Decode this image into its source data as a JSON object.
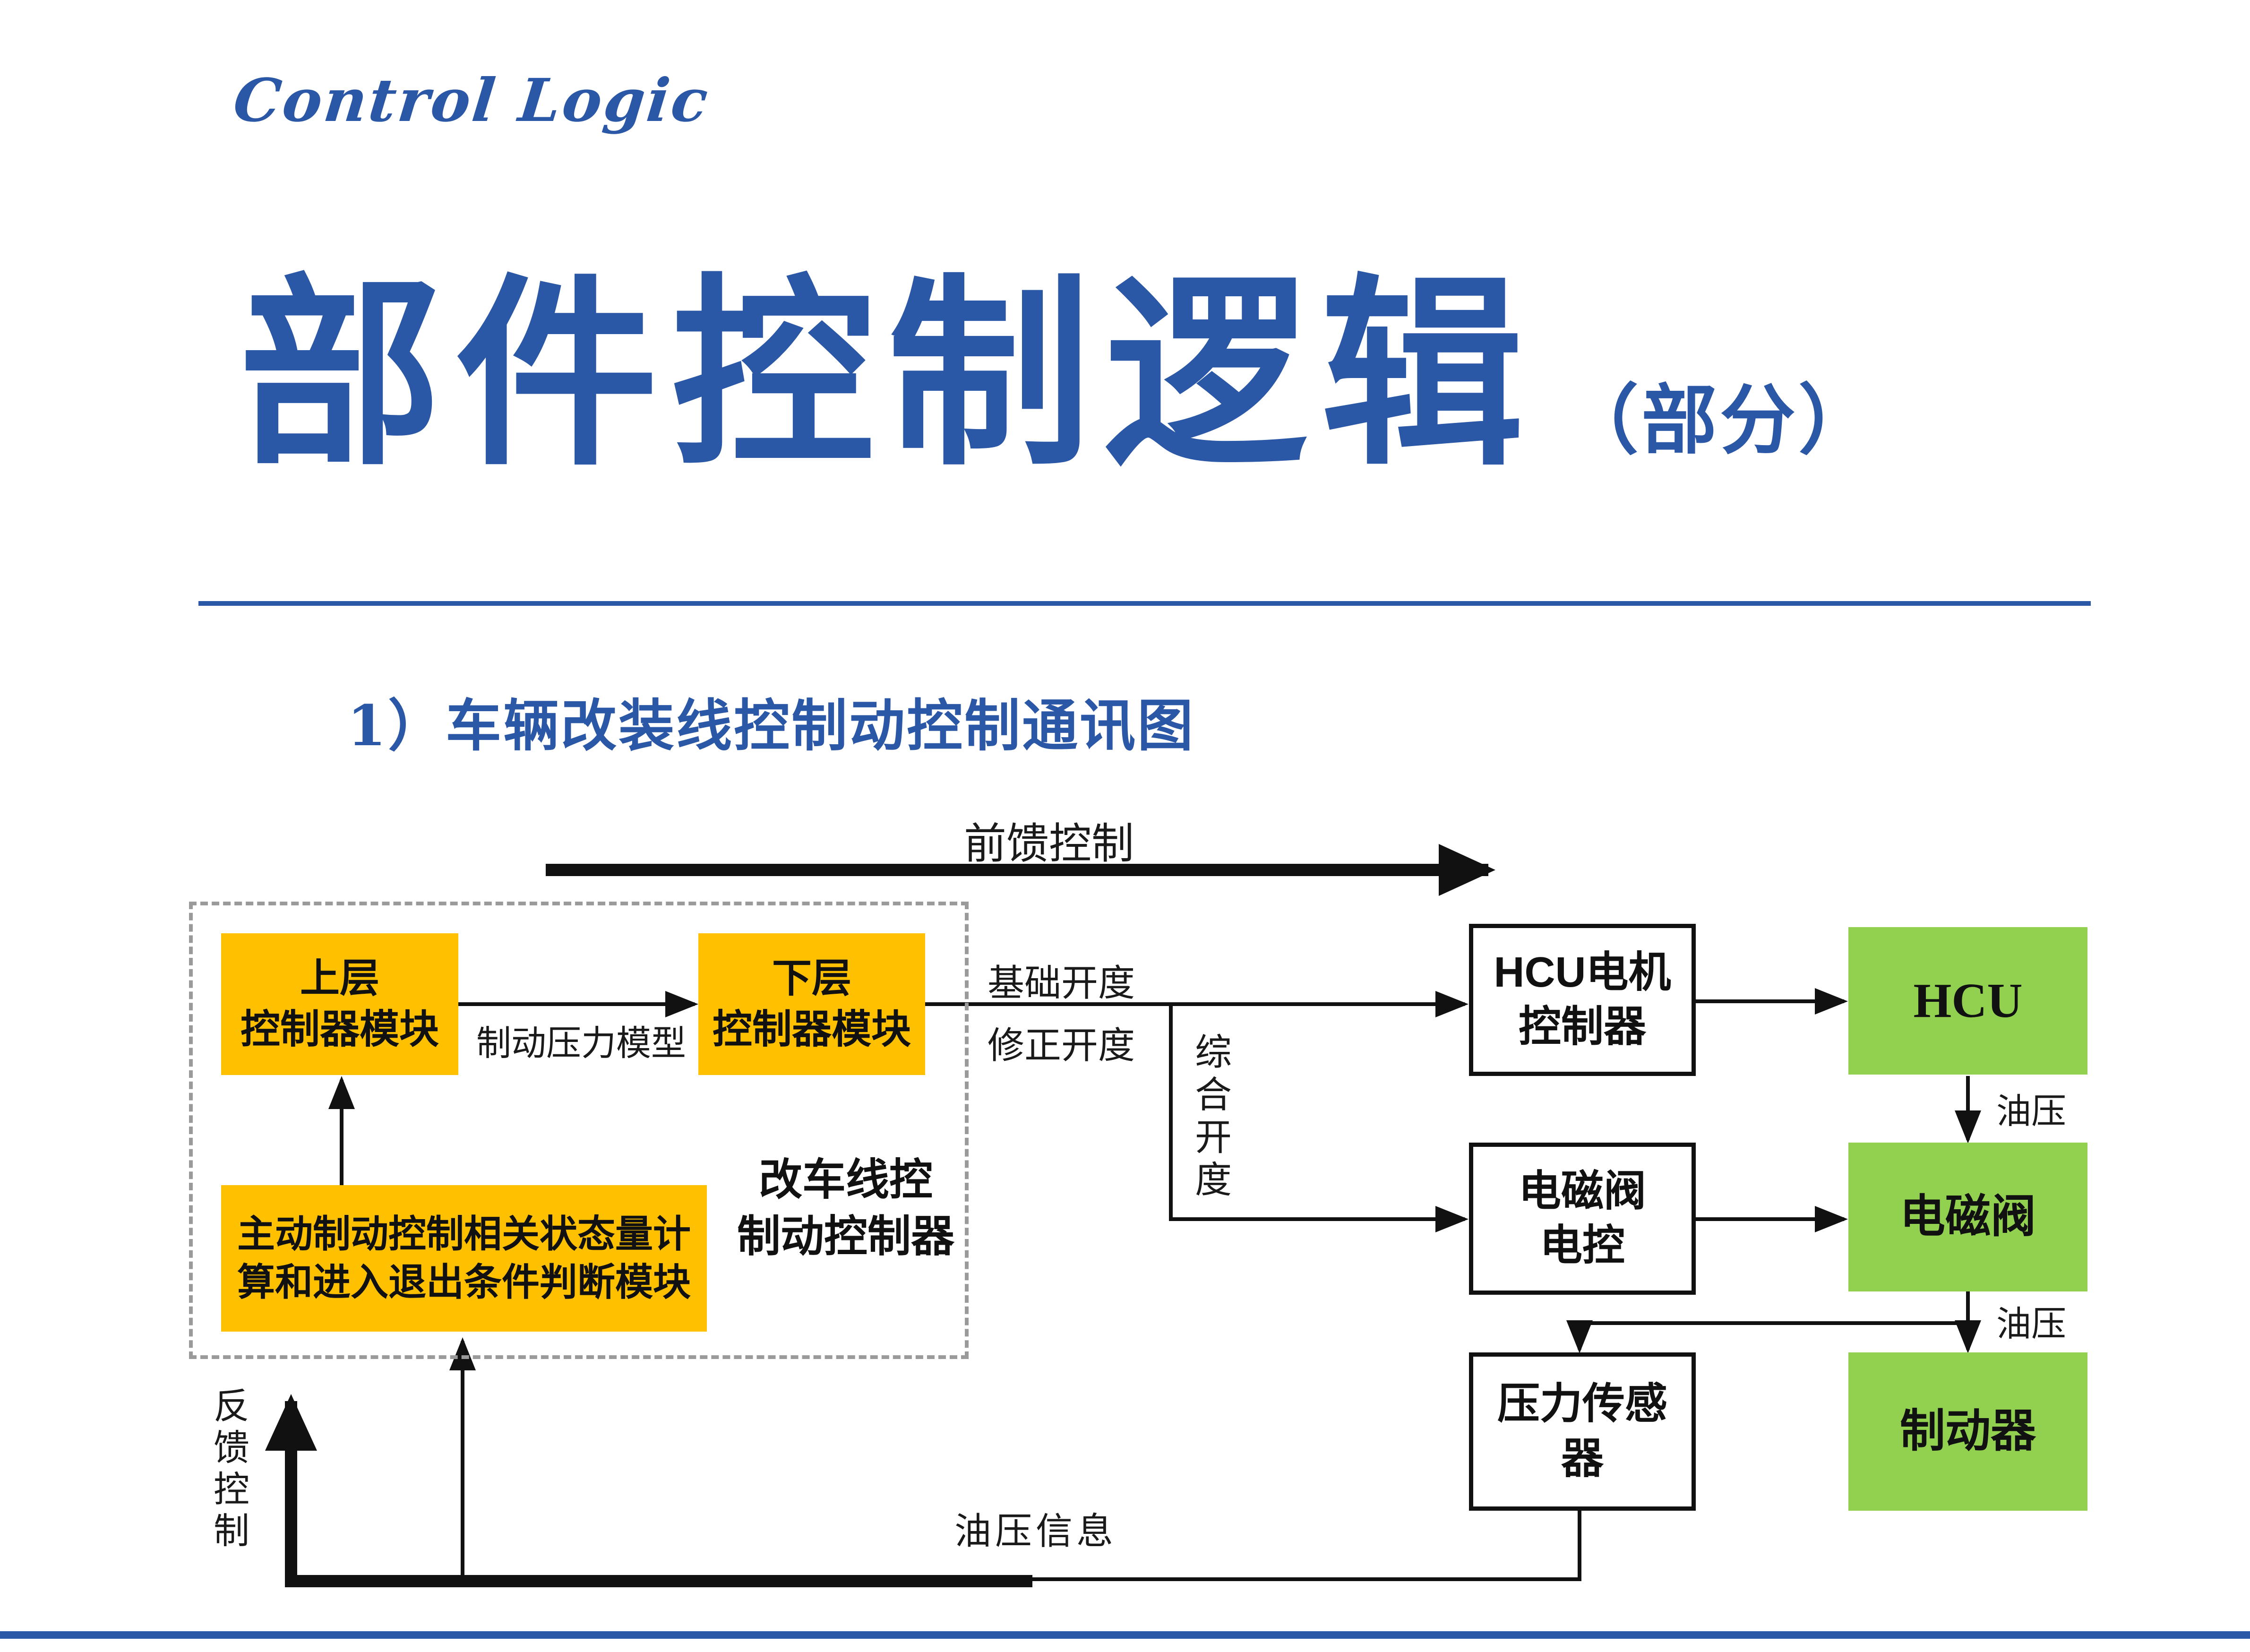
{
  "colors": {
    "accent_blue": "#2B57A7",
    "box_orange": "#FFC000",
    "box_green": "#92D050",
    "line_black": "#111111",
    "dashed_gray": "#9A9A9A"
  },
  "header": {
    "kicker": "Control Logic",
    "title": "部件控制逻辑",
    "title_suffix": "（部分）",
    "section_heading": "1）车辆改装线控制动控制通讯图"
  },
  "diagram": {
    "nodes": {
      "upper_controller": "上层\n控制器模块",
      "lower_controller": "下层\n控制器模块",
      "state_module": "主动制动控制相关状态量计\n算和进入退出条件判断模块",
      "wire_brake_controller_group": "改车线控\n制动控制器",
      "hcu_motor_controller": "HCU电机\n控制器",
      "hcu": "HCU",
      "solenoid_valve_ecu": "电磁阀\n电控",
      "solenoid_valve": "电磁阀",
      "pressure_sensor": "压力传感\n器",
      "brake": "制动器"
    },
    "labels": {
      "feedforward_control": "前馈控制",
      "feedback_control": "反馈控制",
      "brake_pressure_model": "制动压力模型",
      "base_opening": "基础开度",
      "corrected_opening": "修正开度",
      "combined_opening": "综合开度",
      "oil_pressure_hcu": "油压",
      "oil_pressure_valve": "油压",
      "oil_pressure_info": "油压信息"
    }
  }
}
